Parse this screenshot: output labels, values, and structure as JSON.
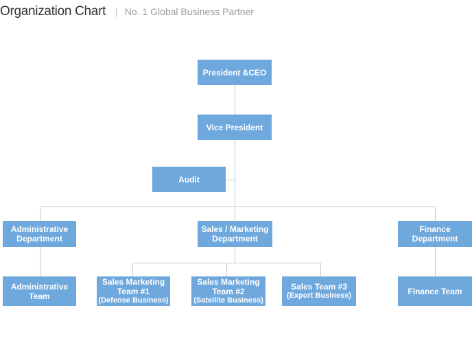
{
  "header": {
    "title": "Organization Chart",
    "separator": "|",
    "subtitle": "No. 1 Global Business Partner"
  },
  "colors": {
    "box_fill": "#6fa8dc",
    "box_text": "#ffffff",
    "connector": "#c8c8c8"
  },
  "org": {
    "president": "President &CEO",
    "vice_president": "Vice President",
    "audit": "Audit",
    "admin_department": "Administrative Department",
    "sales_marketing_department": "Sales / Marketing Department",
    "finance_department": "Finance Department",
    "admin_team": "Administrative Team",
    "sales_team_1": {
      "label": "Sales Marketing Team #1",
      "note": "(Defense Business)"
    },
    "sales_team_2": {
      "label": "Sales Marketing Team #2",
      "note": "(Satellite Business)"
    },
    "sales_team_3": {
      "label": "Sales Team #3",
      "note": "(Export Business)"
    },
    "finance_team": "Finance Team"
  }
}
